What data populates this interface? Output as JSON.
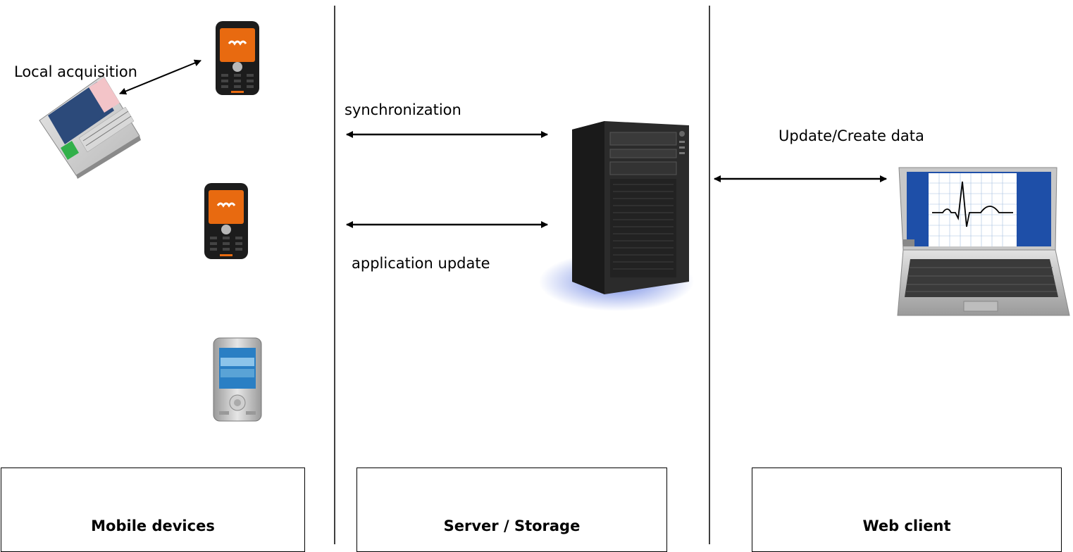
{
  "columns": {
    "mobile": {
      "title": "Mobile devices"
    },
    "server": {
      "title": "Server / Storage"
    },
    "web": {
      "title": "Web client"
    }
  },
  "connections": {
    "local_acquisition": "Local acquisition",
    "synchronization": "synchronization",
    "application_update": "application update",
    "update_create": "Update/Create data"
  },
  "devices": [
    {
      "icon": "ecg-device-icon"
    },
    {
      "icon": "mobile-phone-icon"
    },
    {
      "icon": "mobile-phone-icon"
    },
    {
      "icon": "smartphone-icon"
    },
    {
      "icon": "server-tower-icon"
    },
    {
      "icon": "laptop-ecg-icon"
    }
  ],
  "colors": {
    "phone_body": "#1a1a1a",
    "phone_screen": "#e86a10",
    "server_body": "#222222",
    "server_glow": "#3a5bd9",
    "laptop_screen": "#1e4fa8"
  }
}
